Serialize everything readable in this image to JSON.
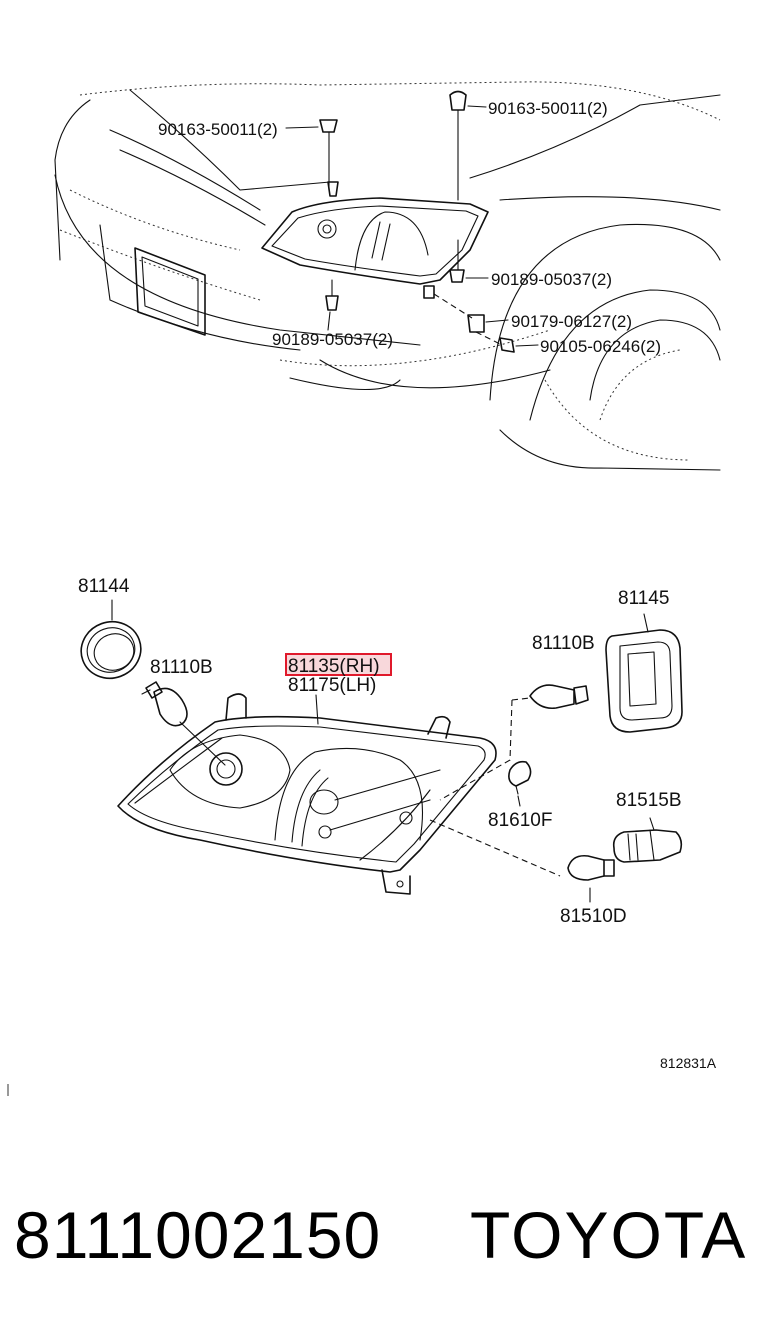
{
  "callouts": {
    "top_bolt_left": "90163-50011(2)",
    "top_bolt_right": "90163-50011(2)",
    "clip_right": "90189-05037(2)",
    "clip_left": "90189-05037(2)",
    "nut": "90179-06127(2)",
    "screw": "90105-06246(2)",
    "ring": "81144",
    "cover": "81145",
    "bulb_left": "81110B",
    "bulb_right": "81110B",
    "assembly_rh": "81135(RH)",
    "assembly_lh": "81175(LH)",
    "side_bulb": "81610F",
    "socket": "81515B",
    "wedge_bulb": "81510D"
  },
  "illustration_code": "812831A",
  "footer": {
    "part_number": "8111002150",
    "brand": "TOYOTA"
  },
  "highlight_color": "#e0192b"
}
